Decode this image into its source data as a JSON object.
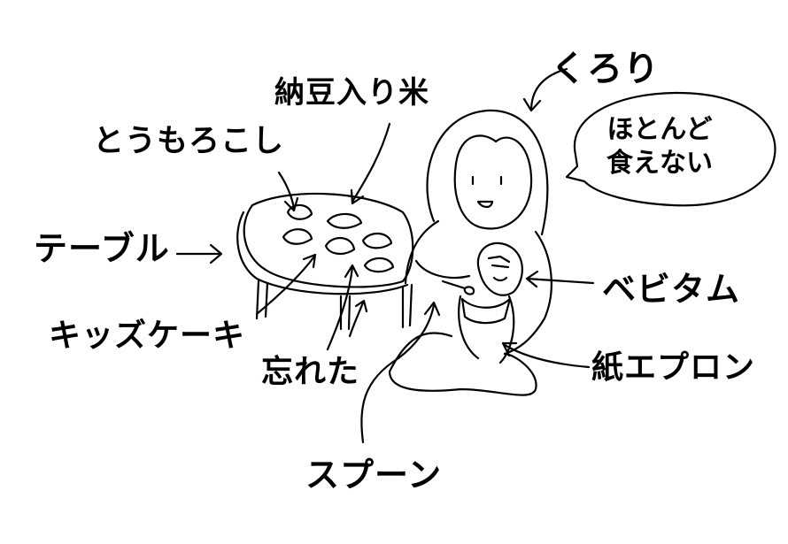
{
  "labels": {
    "kurori": "くろり",
    "natto_rice": "納豆入り米",
    "corn": "とうもろこし",
    "table": "テーブル",
    "bebitamu": "ベビタム",
    "kids_cake": "キッズケーキ",
    "forgot": "忘れた",
    "paper_apron": "紙エプロン",
    "spoon": "スプーン"
  },
  "speech_bubble": {
    "line1": "ほとんど",
    "line2": "食えない"
  }
}
